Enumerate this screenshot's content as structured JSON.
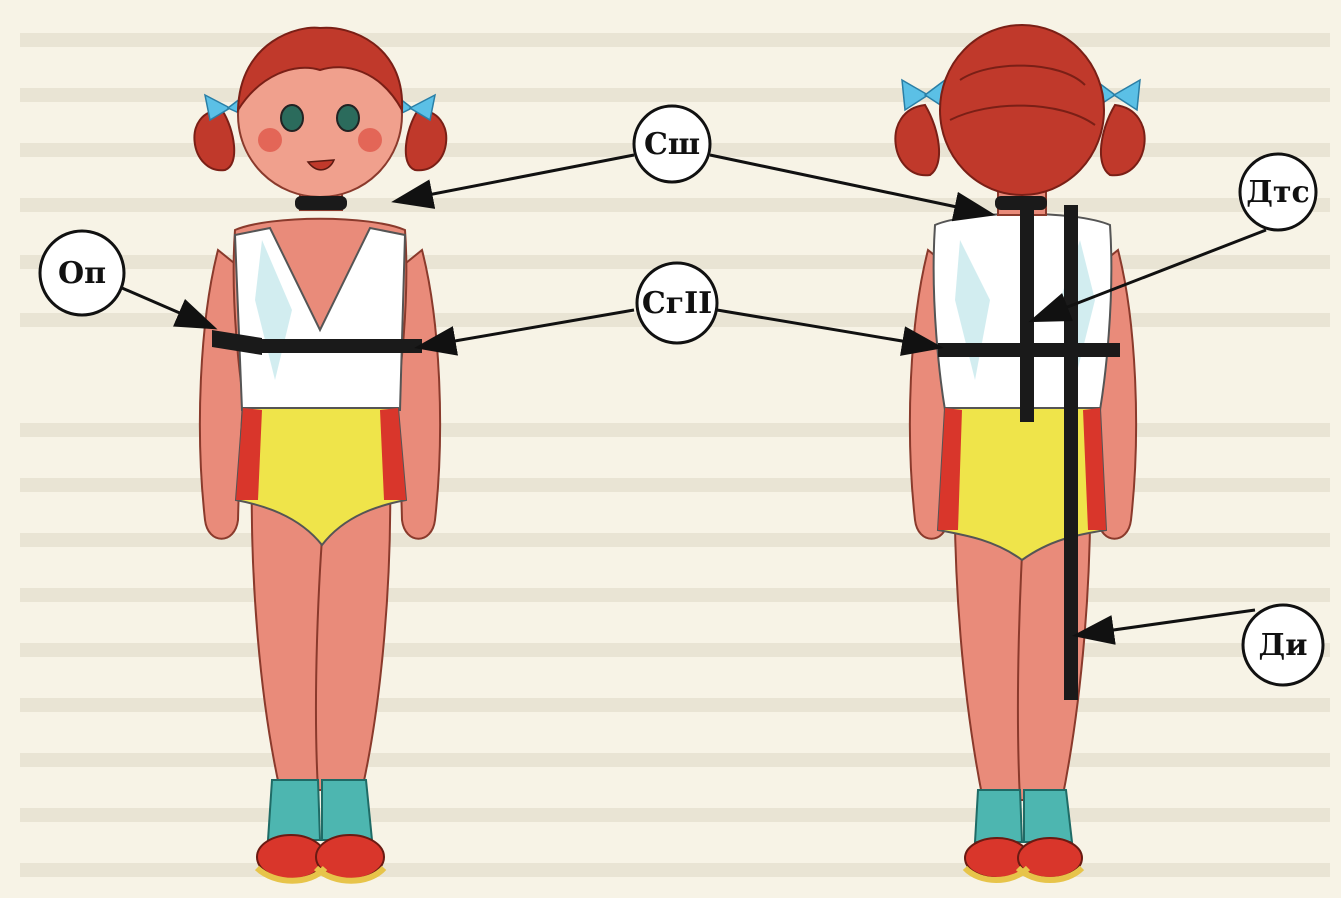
{
  "labels": {
    "neck": "Сш",
    "chest": "СгII",
    "shoulder": "Оп",
    "back_waist": "Дтс",
    "length": "Ди"
  },
  "colors": {
    "paper": "#f7f3e6",
    "skin": "#e98b7a",
    "hair": "#c0392b",
    "bow": "#5bc0e6",
    "shorts": "#efe44a",
    "shorts_stripe": "#d9362b",
    "sock": "#4db6b0",
    "shoe": "#d9362b",
    "band": "#1a1a1a"
  }
}
